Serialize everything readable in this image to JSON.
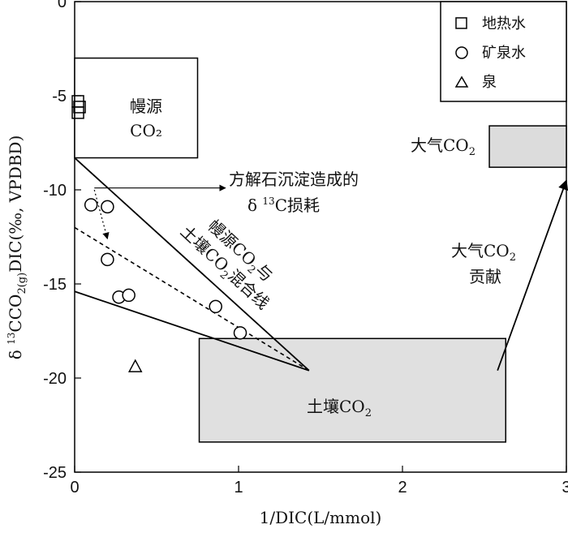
{
  "chart_data": {
    "type": "scatter",
    "xlabel": "1/DIC(L/mmol)",
    "ylabel": {
      "prefix": "δ ",
      "sup": "13",
      "main": "CCO",
      "sub": "2(g)",
      "rest": "DIC(‰, VPDBD)"
    },
    "xlim": [
      0,
      3
    ],
    "ylim": [
      -25,
      0
    ],
    "x_ticks": [
      0,
      1,
      2,
      3
    ],
    "y_ticks": [
      0,
      -5,
      -10,
      -15,
      -20,
      -25
    ],
    "x_tick_labels": [
      "0",
      "1",
      "2",
      "3"
    ],
    "y_tick_labels": [
      "0",
      "-5",
      "-10",
      "-15",
      "-20",
      "-25"
    ],
    "grid": false,
    "legend_position": "top-right",
    "series": [
      {
        "name": "地热水",
        "marker": "square",
        "points": [
          [
            0.02,
            -5.3
          ],
          [
            0.03,
            -5.6
          ],
          [
            0.02,
            -5.9
          ]
        ]
      },
      {
        "name": "矿泉水",
        "marker": "circle",
        "points": [
          [
            0.1,
            -10.8
          ],
          [
            0.2,
            -10.9
          ],
          [
            0.2,
            -13.7
          ],
          [
            0.27,
            -15.7
          ],
          [
            0.33,
            -15.6
          ],
          [
            0.86,
            -16.2
          ],
          [
            1.01,
            -17.6
          ]
        ]
      },
      {
        "name": "泉",
        "marker": "triangle",
        "points": [
          [
            0.37,
            -19.4
          ]
        ]
      }
    ],
    "regions": [
      {
        "name": "mantle",
        "x": [
          0,
          0.75
        ],
        "y": [
          -8.3,
          -3.0
        ],
        "fill": "#ffffff",
        "label_lines": [
          "幔源",
          "CO₂"
        ]
      },
      {
        "name": "atmosphere",
        "x": [
          2.53,
          3.0
        ],
        "y": [
          -8.8,
          -6.6
        ],
        "fill": "#dcdcdc",
        "label": {
          "main": "大气CO",
          "sub": "2"
        }
      },
      {
        "name": "soil",
        "x": [
          0.76,
          2.63
        ],
        "y": [
          -23.4,
          -17.9
        ],
        "fill": "#e0e0e0",
        "label": {
          "main": "土壤CO",
          "sub": "2"
        }
      }
    ],
    "lines": [
      {
        "name": "mixing-upper",
        "from": [
          0,
          -8.3
        ],
        "to": [
          1.43,
          -19.6
        ],
        "dash": false
      },
      {
        "name": "mixing-lower",
        "from": [
          0,
          -15.4
        ],
        "to": [
          1.43,
          -19.6
        ],
        "dash": false
      },
      {
        "name": "mixing-dashed",
        "from": [
          0,
          -12.0
        ],
        "to": [
          1.43,
          -19.6
        ],
        "dash": true
      }
    ],
    "arrows": [
      {
        "name": "depletion-arrow-horizontal",
        "from": [
          0.12,
          -9.9
        ],
        "to": [
          0.92,
          -9.9
        ],
        "dash": false
      },
      {
        "name": "depletion-arrow-dotted",
        "from": [
          0.12,
          -10.0
        ],
        "to": [
          0.2,
          -12.6
        ],
        "dash": true
      },
      {
        "name": "atmosphere-contribution-arrow",
        "from": [
          2.58,
          -19.6
        ],
        "to": [
          3.0,
          -9.5
        ],
        "dash": false
      }
    ],
    "annotations": {
      "depletion_line1": "方解石沉淀造成的",
      "depletion_line2": {
        "prefix": "δ ",
        "sup": "13",
        "main": "C损耗"
      },
      "mixing_line1": {
        "a": "幔源CO",
        "sub": "2",
        "b": "与"
      },
      "mixing_line2": {
        "a": "土壤CO",
        "sub": "2",
        "b": "混合线"
      },
      "atm_contrib_line1": {
        "main": "大气CO",
        "sub": "2"
      },
      "atm_contrib_line2": "贡献"
    }
  }
}
